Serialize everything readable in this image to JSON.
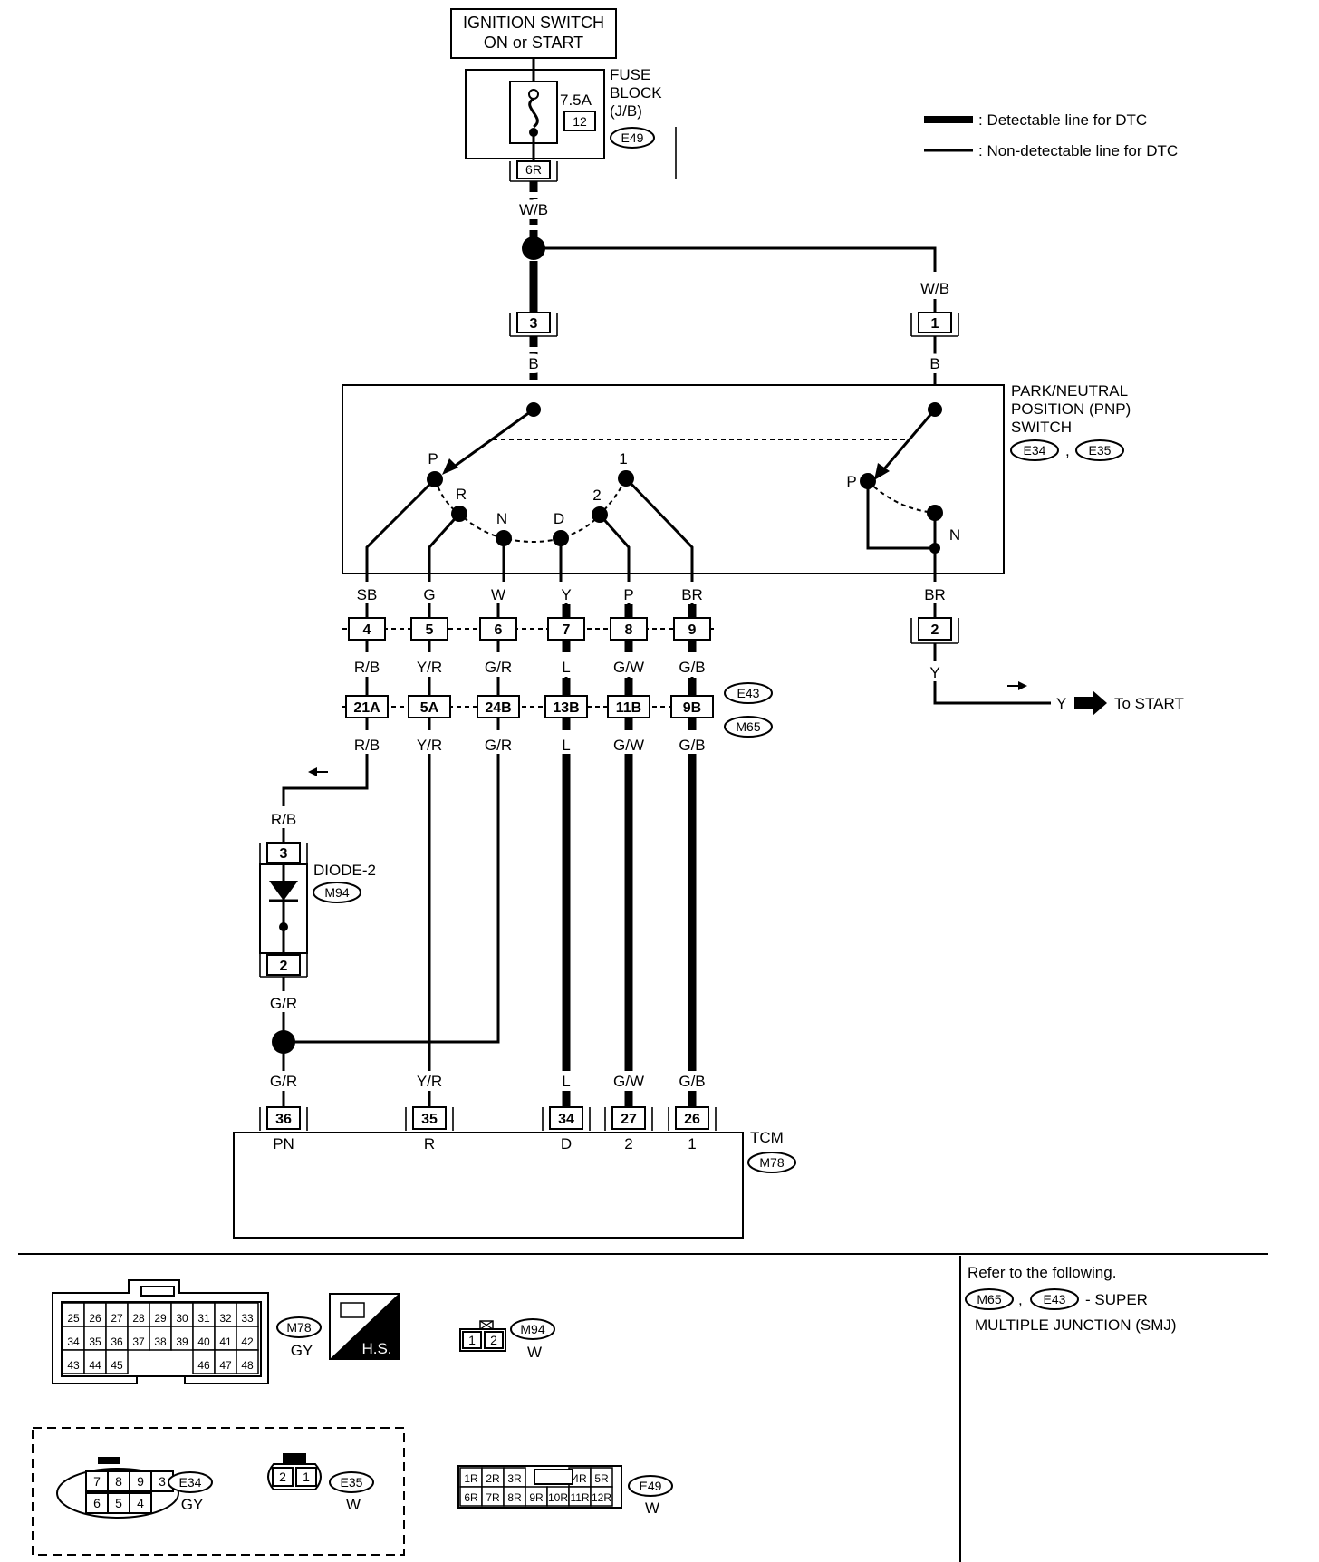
{
  "ignition": {
    "line1": "IGNITION SWITCH",
    "line2": "ON or START"
  },
  "fuse_block": {
    "line1": "FUSE",
    "line2": "BLOCK",
    "line3": "(J/B)",
    "rating": "7.5A",
    "number": "12",
    "connector": "E49",
    "terminal": "6R"
  },
  "legend": {
    "detectable": ": Detectable line for DTC",
    "non_detectable": ": Non-detectable line for DTC"
  },
  "pnp_switch": {
    "line1": "PARK/NEUTRAL",
    "line2": "POSITION (PNP)",
    "line3": "SWITCH",
    "conn1": "E34",
    "conn2": "E35",
    "sep": ","
  },
  "upper_wires": {
    "wb_left": "W/B",
    "wb_right": "W/B",
    "pin_left": "3",
    "pin_right": "1",
    "b_left": "B",
    "b_right": "B"
  },
  "positions": {
    "p": "P",
    "r": "R",
    "n": "N",
    "d": "D",
    "two": "2",
    "one": "1",
    "p2": "P",
    "n2": "N"
  },
  "switch_colors": [
    "SB",
    "G",
    "W",
    "Y",
    "P",
    "BR"
  ],
  "pins_row1": [
    "4",
    "5",
    "6",
    "7",
    "8",
    "9"
  ],
  "colors_mid": [
    "R/B",
    "Y/R",
    "G/R",
    "L",
    "G/W",
    "G/B"
  ],
  "pins_row2": [
    "21A",
    "5A",
    "24B",
    "13B",
    "11B",
    "9B"
  ],
  "colors_below": [
    "R/B",
    "Y/R",
    "G/R",
    "L",
    "G/W",
    "G/B"
  ],
  "smj": {
    "e43": "E43",
    "m65": "M65"
  },
  "start_branch": {
    "color_br": "BR",
    "pin": "2",
    "color_y": "Y",
    "color_y2": "Y",
    "to_start": "To START"
  },
  "diode": {
    "color_top": "R/B",
    "pin_top": "3",
    "name": "DIODE-2",
    "conn": "M94",
    "pin_bottom": "2",
    "color_bottom": "G/R"
  },
  "tcm": {
    "name": "TCM",
    "conn": "M78",
    "wire_colors": [
      "G/R",
      "Y/R",
      "L",
      "G/W",
      "G/B"
    ],
    "pins": [
      "36",
      "35",
      "34",
      "27",
      "26"
    ],
    "labels": [
      "PN",
      "R",
      "D",
      "2",
      "1"
    ]
  },
  "connectors": {
    "m78": {
      "name": "M78",
      "color": "GY",
      "hs": "H.S.",
      "row1": [
        "25",
        "26",
        "27",
        "28",
        "29",
        "30",
        "31",
        "32",
        "33"
      ],
      "row2": [
        "34",
        "35",
        "36",
        "37",
        "38",
        "39",
        "40",
        "41",
        "42"
      ],
      "row3": [
        "43",
        "44",
        "45",
        "46",
        "47",
        "48"
      ]
    },
    "m94": {
      "name": "M94",
      "color": "W",
      "pins": [
        "1",
        "2"
      ]
    },
    "e34": {
      "name": "E34",
      "color": "GY",
      "top": [
        "7",
        "8",
        "9",
        "3"
      ],
      "bottom": [
        "6",
        "5",
        "4"
      ]
    },
    "e35": {
      "name": "E35",
      "color": "W",
      "pins": [
        "2",
        "1"
      ]
    },
    "e49": {
      "name": "E49",
      "color": "W",
      "top": [
        "1R",
        "2R",
        "3R",
        "4R",
        "5R"
      ],
      "bottom": [
        "6R",
        "7R",
        "8R",
        "9R",
        "10R",
        "11R",
        "12R"
      ]
    }
  },
  "refer": {
    "line1": "Refer to the following.",
    "conn1": "M65",
    "sep": ",",
    "conn2": "E43",
    "suffix": "- SUPER",
    "line3": "MULTIPLE JUNCTION (SMJ)"
  }
}
